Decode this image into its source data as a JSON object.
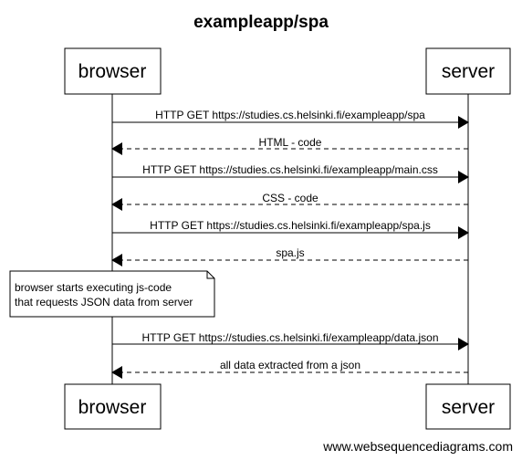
{
  "title": "exampleapp/spa",
  "participants": {
    "browser": "browser",
    "server": "server"
  },
  "messages": [
    {
      "label": "HTTP GET https://studies.cs.helsinki.fi/exampleapp/spa",
      "from": "browser",
      "to": "server",
      "style": "solid"
    },
    {
      "label": "HTML - code",
      "from": "server",
      "to": "browser",
      "style": "dashed"
    },
    {
      "label": "HTTP GET https://studies.cs.helsinki.fi/exampleapp/main.css",
      "from": "browser",
      "to": "server",
      "style": "solid"
    },
    {
      "label": "CSS - code",
      "from": "server",
      "to": "browser",
      "style": "dashed"
    },
    {
      "label": "HTTP GET https://studies.cs.helsinki.fi/exampleapp/spa.js",
      "from": "browser",
      "to": "server",
      "style": "solid"
    },
    {
      "label": "spa.js",
      "from": "server",
      "to": "browser",
      "style": "dashed"
    },
    {
      "label": "HTTP GET https://studies.cs.helsinki.fi/exampleapp/data.json",
      "from": "browser",
      "to": "server",
      "style": "solid"
    },
    {
      "label": "all data extracted from a json",
      "from": "server",
      "to": "browser",
      "style": "dashed"
    }
  ],
  "note": {
    "lines": [
      "browser starts executing js-code",
      "that requests JSON data from server"
    ]
  },
  "watermark": "www.websequencediagrams.com"
}
